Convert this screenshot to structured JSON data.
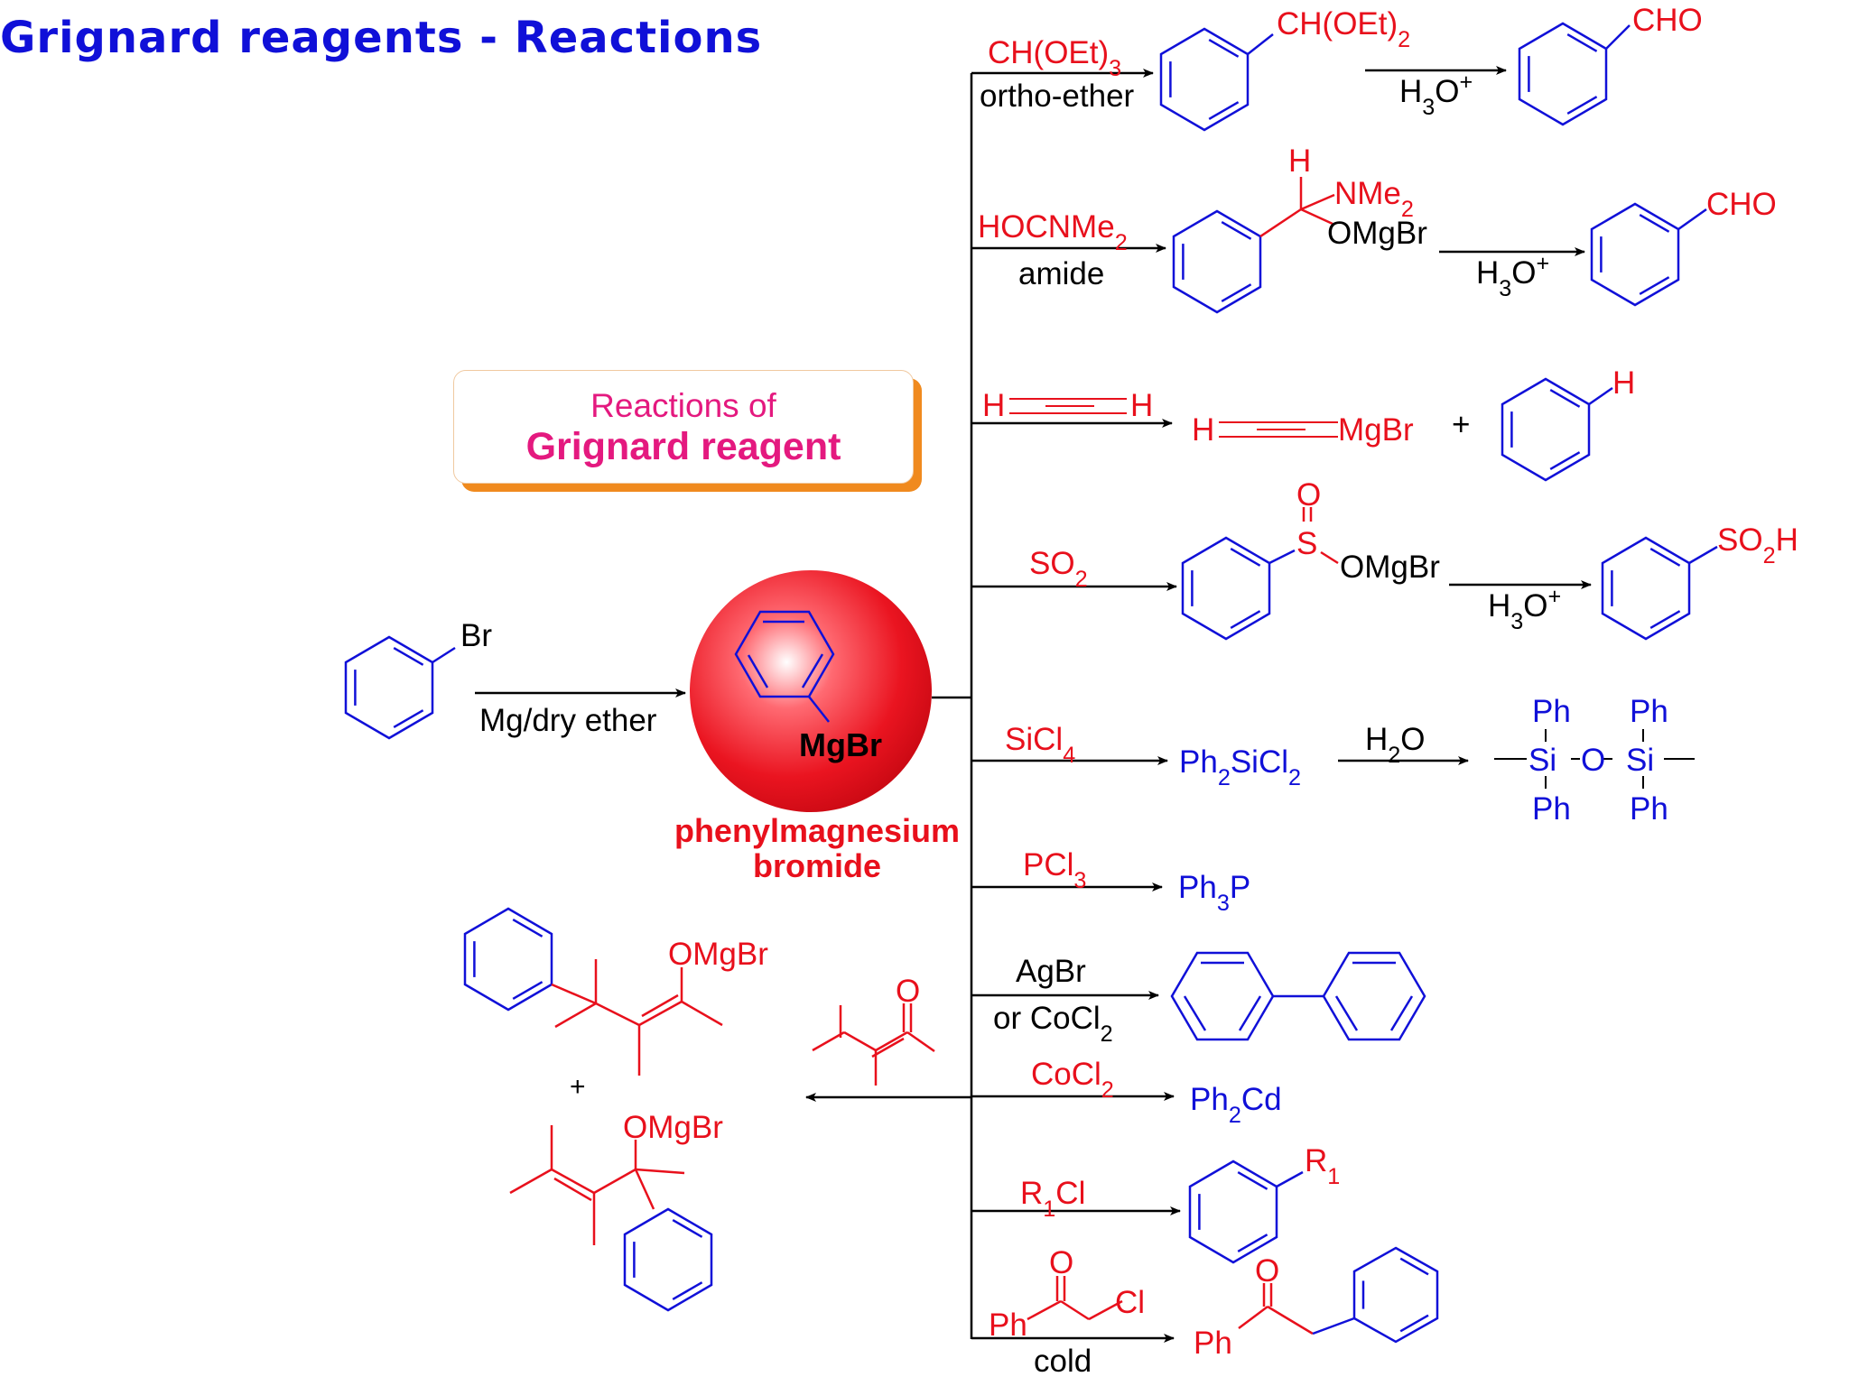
{
  "title": "Grignard reagents - Reactions",
  "callout": {
    "subtitle": "Reactions of",
    "title": "Grignard reagent"
  },
  "start": {
    "substituent": "Br",
    "conditions": "Mg/dry ether",
    "reagent_label": "MgBr",
    "reagent_name_line1": "phenylmagnesium",
    "reagent_name_line2": "bromide"
  },
  "colors": {
    "title": "#1010d8",
    "reagent": "#e8101c",
    "structure": "#1010d8",
    "callout": "#e4197f",
    "callout_shadow": "#f08a1e"
  },
  "reactions": [
    {
      "id": "orthoester",
      "reagent": "CH(OEt)3",
      "reagent_note": "ortho-ether",
      "intermediate_group": "CH(OEt)2",
      "workup": "H3O+",
      "product_group": "CHO"
    },
    {
      "id": "amide",
      "reagent": "HOCNMe2",
      "reagent_note": "amide",
      "intermediate_h": "H",
      "intermediate_nme2": "NMe2",
      "intermediate_omgbr": "OMgBr",
      "workup": "H3O+",
      "product_group": "CHO"
    },
    {
      "id": "acetylene",
      "reagent_h1": "H",
      "reagent_h2": "H",
      "product_h": "H",
      "product_mgbr": "MgBr",
      "plus": "+",
      "product2_h": "H"
    },
    {
      "id": "so2",
      "reagent": "SO2",
      "intermediate_o": "O",
      "intermediate_s": "S",
      "intermediate_omgbr": "OMgBr",
      "workup": "H3O+",
      "product_group": "SO2H"
    },
    {
      "id": "sicl4",
      "reagent": "SiCl4",
      "intermediate": "Ph2SiCl2",
      "workup": "H2O",
      "product_ph": "Ph",
      "product_si": "Si",
      "product_o": "O"
    },
    {
      "id": "pcl3",
      "reagent": "PCl3",
      "product": "Ph3P"
    },
    {
      "id": "coupling",
      "reagent": "AgBr",
      "reagent_note": "or CoCl2"
    },
    {
      "id": "cdcl2",
      "reagent": "CoCl2",
      "product": "Ph2Cd"
    },
    {
      "id": "alkyl",
      "reagent": "R1Cl",
      "product_group": "R1"
    },
    {
      "id": "acylation",
      "reagent_o": "O",
      "reagent_ph": "Ph",
      "reagent_cl": "Cl",
      "reagent_note": "cold",
      "product_o": "O",
      "product_ph": "Ph"
    },
    {
      "id": "enone",
      "reagent_o": "O",
      "product_omgbr_1": "OMgBr",
      "plus": "+",
      "product_omgbr_2": "OMgBr"
    }
  ]
}
